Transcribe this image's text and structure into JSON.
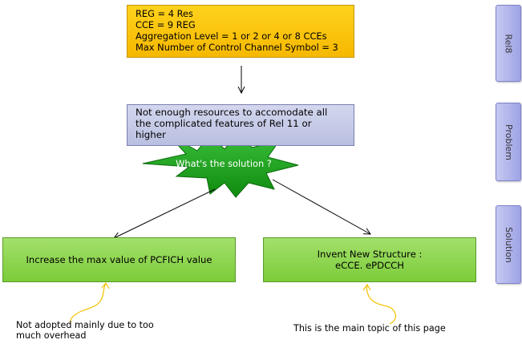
{
  "rel8_box": {
    "lines": [
      "REG = 4 Res",
      "CCE = 9 REG",
      "Aggregation Level = 1 or 2 or 4 or 8 CCEs",
      "Max Number of Control Channel Symbol = 3"
    ]
  },
  "problem_box": {
    "lines": [
      "Not enough resources to accomodate all",
      "the complicated features of Rel 11 or",
      "higher"
    ]
  },
  "solution_star": {
    "label": "What's the solution ?"
  },
  "solution_left": {
    "label": "Increase the max value of PCFICH value"
  },
  "solution_right": {
    "lines": [
      "Invent New Structure :",
      "eCCE. ePDCCH"
    ]
  },
  "notes": {
    "left_lines": [
      "Not adopted mainly due to too",
      "much overhead"
    ],
    "right": "This is the main topic of this page"
  },
  "side_tabs": {
    "rel8": "Rel8",
    "problem": "Problem",
    "solution": "Solution"
  },
  "colors": {
    "rel8_box": "#f6b800",
    "problem_box": "#c5cae8",
    "solution_box": "#8ed24f",
    "star": "#1fa01f",
    "side_tab": "#b3b7ec",
    "squiggle": "#f2c200"
  }
}
